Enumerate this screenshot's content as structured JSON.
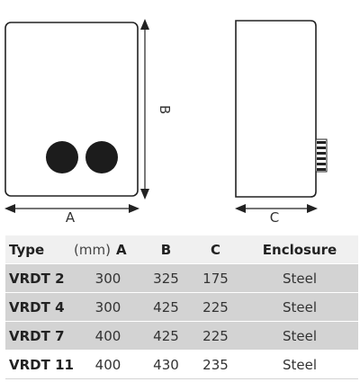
{
  "diagram": {
    "front_labels": {
      "width": "A",
      "height": "B"
    },
    "side_labels": {
      "depth": "C"
    }
  },
  "table": {
    "headers": {
      "type": "Type",
      "unit": "(mm)",
      "a": "A",
      "b": "B",
      "c": "C",
      "enclosure": "Enclosure"
    },
    "rows": [
      {
        "type": "VRDT 2",
        "a": "300",
        "b": "325",
        "c": "175",
        "enclosure": "Steel"
      },
      {
        "type": "VRDT 4",
        "a": "300",
        "b": "425",
        "c": "225",
        "enclosure": "Steel"
      },
      {
        "type": "VRDT 7",
        "a": "400",
        "b": "425",
        "c": "225",
        "enclosure": "Steel"
      },
      {
        "type": "VRDT 11",
        "a": "400",
        "b": "430",
        "c": "235",
        "enclosure": "Steel"
      }
    ]
  },
  "colors": {
    "row_shade": "#d3d3d3",
    "header_bg": "#f0f0f0",
    "outline": "#222222"
  }
}
